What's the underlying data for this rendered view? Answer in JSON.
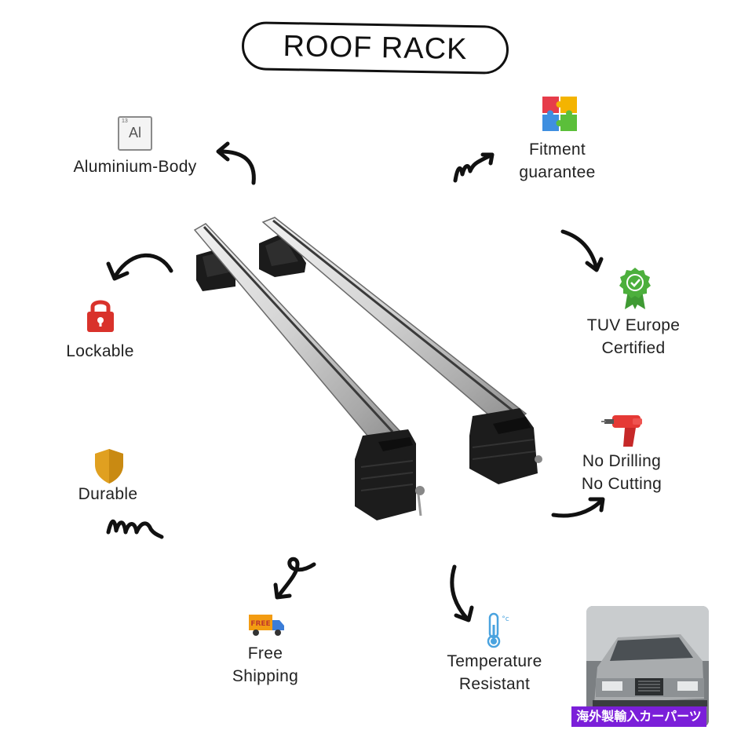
{
  "title": "ROOF RACK",
  "features": {
    "aluminium": {
      "label": "Aluminium-Body",
      "icon": "aluminium-element-icon",
      "element_symbol": "Al",
      "element_number": "13"
    },
    "fitment": {
      "line1": "Fitment",
      "line2": "guarantee",
      "icon": "puzzle-icon"
    },
    "lockable": {
      "label": "Lockable",
      "icon": "padlock-icon"
    },
    "tuv": {
      "line1": "TUV Europe",
      "line2": "Certified",
      "icon": "certified-badge-icon"
    },
    "durable": {
      "label": "Durable",
      "icon": "shield-icon"
    },
    "no_drilling": {
      "line1": "No Drilling",
      "line2": "No Cutting",
      "icon": "drill-icon"
    },
    "shipping": {
      "line1": "Free",
      "line2": "Shipping",
      "icon": "delivery-truck-icon",
      "truck_text": "FREE"
    },
    "temperature": {
      "line1": "Temperature",
      "line2": "Resistant",
      "icon": "thermometer-icon",
      "unit": "°c"
    }
  },
  "thumbnail": {
    "tag": "海外製輸入カーパーツ"
  },
  "colors": {
    "lock_red": "#d9322b",
    "shield_gold": "#e0a020",
    "badge_green": "#4caf3c",
    "drill_red": "#e53935",
    "tag_purple": "#7b1fd9",
    "thermo_blue": "#4aa3df"
  }
}
